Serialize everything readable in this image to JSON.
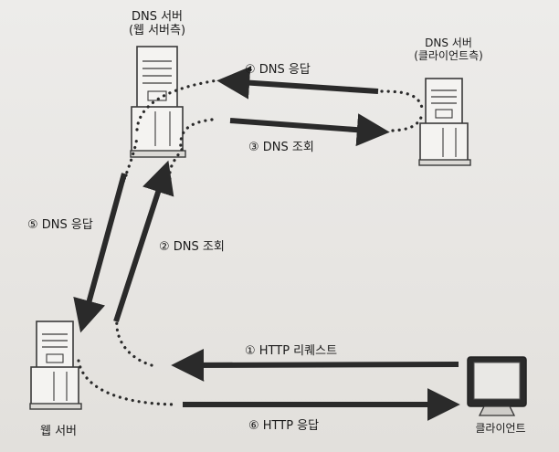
{
  "labels": {
    "dns_server_web_line1": "DNS 서버",
    "dns_server_web_line2": "(웹 서버측)",
    "dns_server_client_line1": "DNS 서버",
    "dns_server_client_line2": "(클라이언트측)",
    "web_server": "웹 서버",
    "client": "클라이언트"
  },
  "steps": {
    "s1": "① HTTP 리퀘스트",
    "s2": "② DNS 조회",
    "s3": "③ DNS 조회",
    "s4": "④ DNS 응답",
    "s5": "⑤ DNS 응답",
    "s6": "⑥ HTTP 응답"
  },
  "colors": {
    "arrow": "#2a2a2a",
    "dots": "#2a2a2a",
    "server_body": "#f4f3f1",
    "server_line": "#3a3a3a"
  },
  "icons": {
    "server": "server-tower-icon",
    "client": "desktop-monitor-icon"
  }
}
